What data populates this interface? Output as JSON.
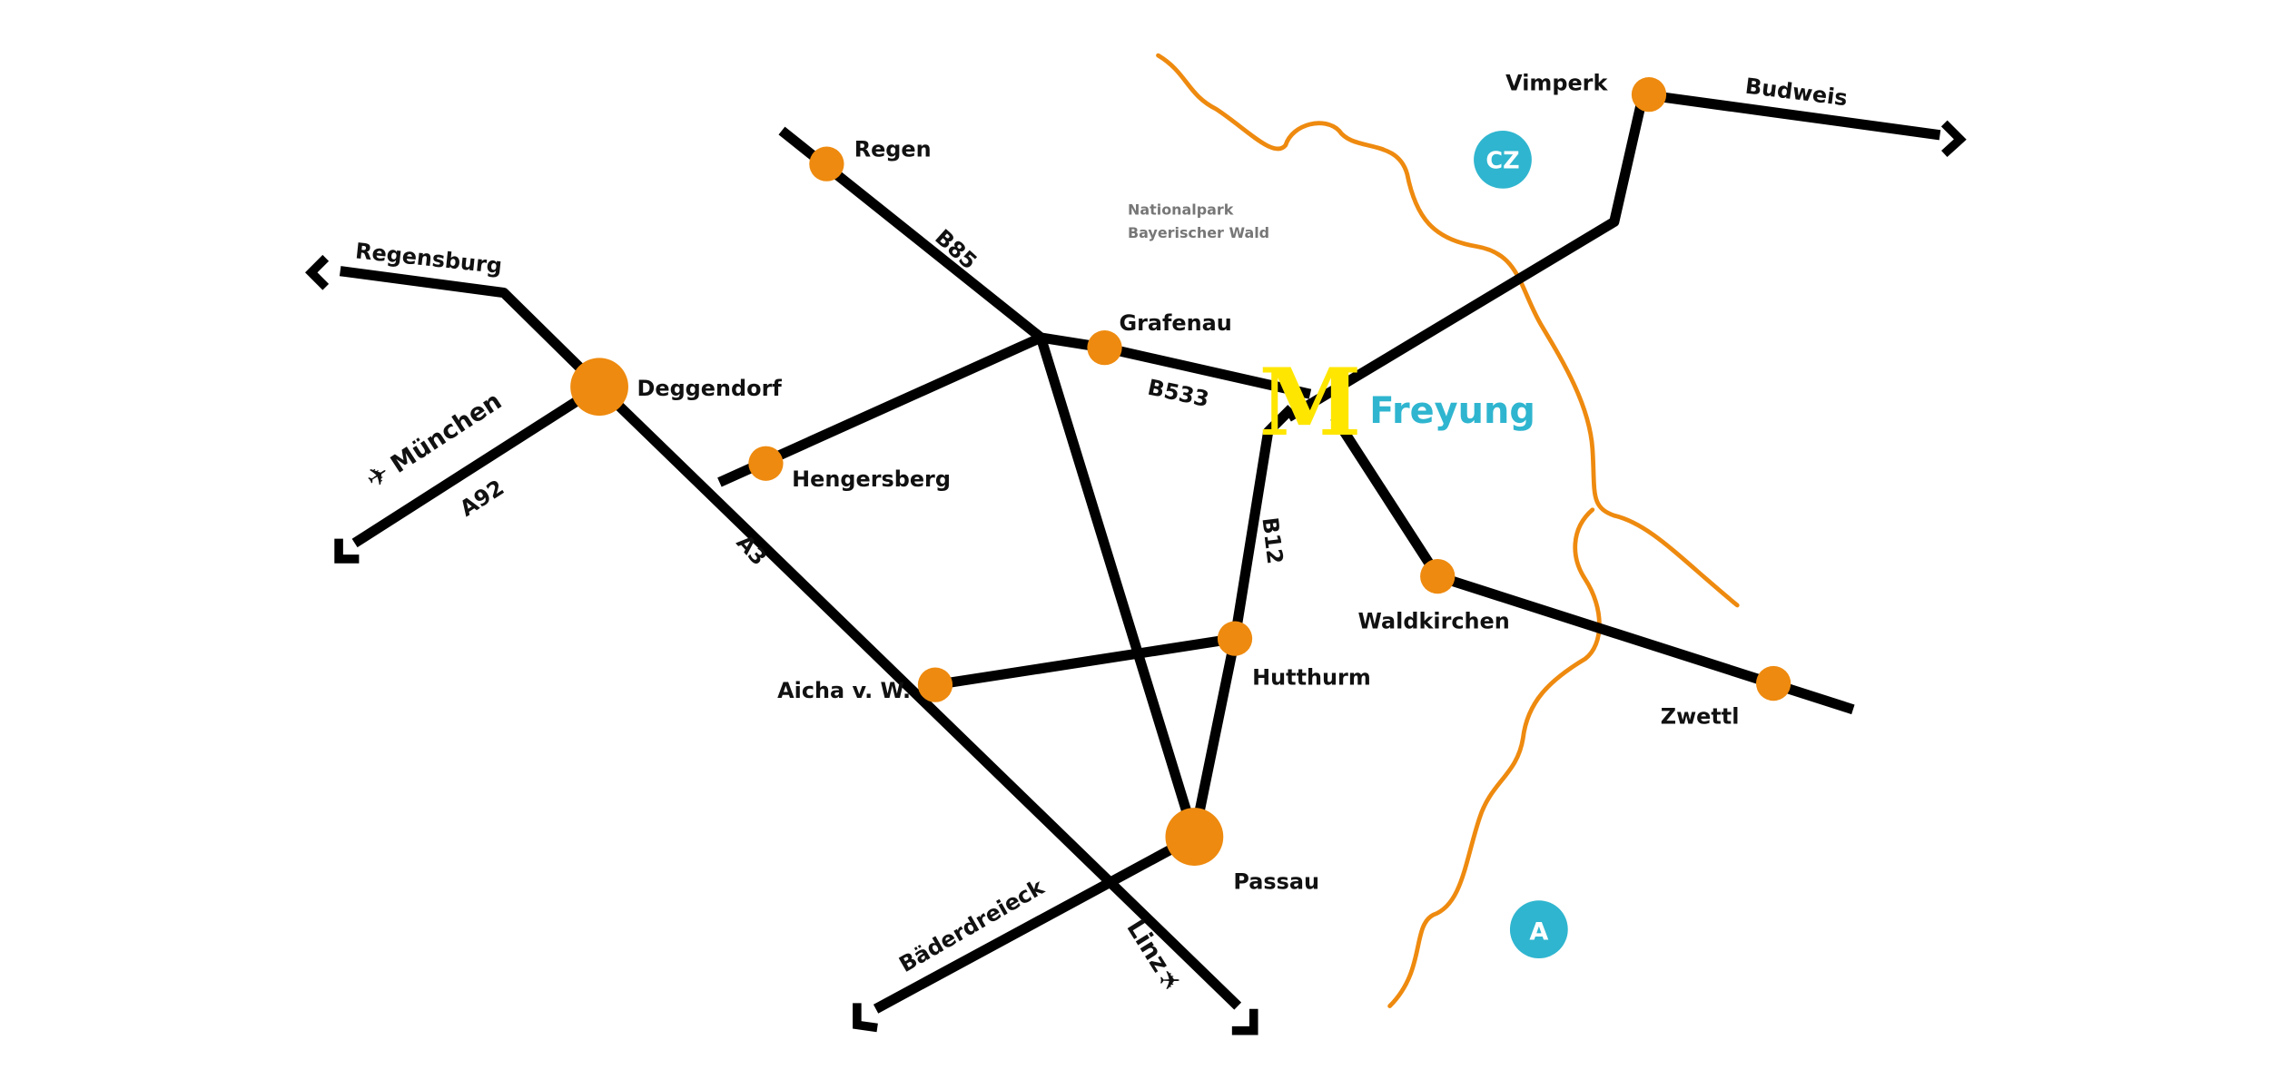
{
  "colors": {
    "road": "#000000",
    "town": "#ee8a0f",
    "border": "#ee8a0f",
    "accent": "#2fb5cf",
    "logo": "#ffe600"
  },
  "towns": {
    "regen": "Regen",
    "grafenau": "Grafenau",
    "deggendorf": "Deggendorf",
    "hengersberg": "Hengersberg",
    "aicha": "Aicha v. W.",
    "hutthurm": "Hutthurm",
    "passau": "Passau",
    "waldkirchen": "Waldkirchen",
    "zwettl": "Zwettl",
    "vimperk": "Vimperk",
    "freyung": "Freyung"
  },
  "destinations": {
    "regensburg": "Regensburg",
    "muenchen": "München",
    "baederdreieck": "Bäderdreieck",
    "linz": "Linz",
    "budweis": "Budweis"
  },
  "roads": {
    "b85": "B85",
    "b533": "B533",
    "b12": "B12",
    "a3": "A3",
    "a92": "A92"
  },
  "park": {
    "line1": "Nationalpark",
    "line2": "Bayerischer Wald"
  },
  "countries": {
    "cz": "CZ",
    "at": "A"
  },
  "logo": {
    "letter": "M",
    "icon": "freyung-logo"
  }
}
